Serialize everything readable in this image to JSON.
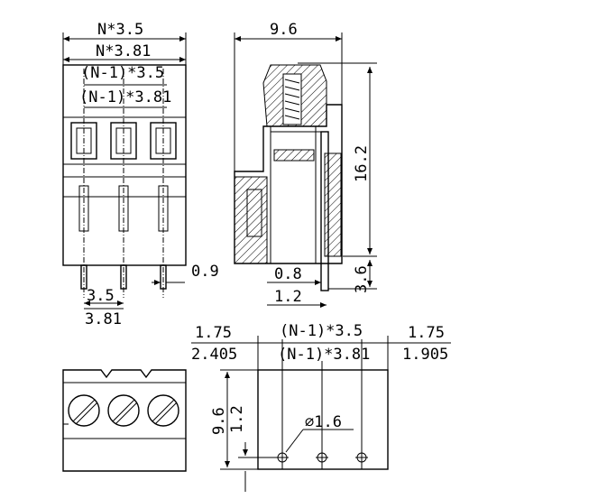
{
  "front_view": {
    "top_width_35": "N*3.5",
    "top_width_381": "N*3.81",
    "pitch_35": "(N-1)*3.5",
    "pitch_381": "(N-1)*3.81",
    "pin_width": "0.9",
    "pin_pitch_35": "3.5",
    "pin_pitch_381": "3.81"
  },
  "side_view": {
    "depth": "9.6",
    "height": "16.2",
    "pin_length": "3.6",
    "pin_thickness": "0.8",
    "pin_offset": "1.2"
  },
  "footprint": {
    "left_margin_a": "1.75",
    "left_margin_b": "2.405",
    "right_margin_a": "1.75",
    "right_margin_b": "1.905",
    "pitch_35": "(N-1)*3.5",
    "pitch_381": "(N-1)*3.81",
    "height": "9.6",
    "hole_offset": "1.2",
    "hole_dia": "∅1.6"
  }
}
